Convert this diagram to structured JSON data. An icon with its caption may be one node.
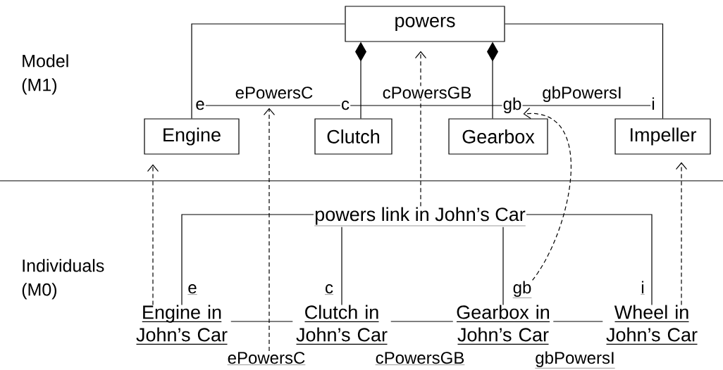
{
  "diagram": {
    "nodes": [
      {
        "text": [
          "powers"
        ]
      },
      {
        "text": [
          "Engine"
        ]
      },
      {
        "text": [
          "Clutch"
        ]
      },
      {
        "text": [
          "Gearbox"
        ]
      },
      {
        "text": [
          "Impeller"
        ]
      },
      {
        "text": [
          "e"
        ]
      },
      {
        "text": [
          "c"
        ]
      },
      {
        "text": [
          "gb"
        ]
      },
      {
        "text": [
          "i"
        ]
      },
      {
        "text": [
          "powers link in John’s Car"
        ]
      },
      {
        "text": [
          "gb"
        ]
      },
      {
        "text": [
          "Engine in John’s Car"
        ]
      },
      {
        "text": [
          "Clutch in John’s Car"
        ]
      },
      {
        "text": [
          "Gearbox in John’s Car"
        ]
      },
      {
        "text": [
          "Wheel in John’s Car"
        ]
      },
      {
        "text": [
          "ePowersC"
        ]
      },
      {
        "text": [
          "ePowersC"
        ]
      }
    ],
    "edges": [
      {
        "from": 0,
        "to": 1,
        "arrow": "none"
      },
      {
        "from": 0,
        "to": 2,
        "arrow": "other"
      },
      {
        "from": 0,
        "to": 3,
        "arrow": "other"
      },
      {
        "from": 0,
        "to": 4,
        "arrow": "none"
      },
      {
        "from": 5,
        "to": 6,
        "arrow": "none"
      },
      {
        "from": 6,
        "to": 7,
        "arrow": "none",
        "label": "cPowersGB"
      },
      {
        "from": 7,
        "to": 8,
        "arrow": "none",
        "label": "gbPowersI"
      },
      {
        "from": 9,
        "to": 11,
        "arrow": "none"
      },
      {
        "from": 9,
        "to": 12,
        "arrow": "none"
      },
      {
        "from": 9,
        "to": 13,
        "arrow": "none"
      },
      {
        "from": 9,
        "to": 14,
        "arrow": "none"
      },
      {
        "from": 11,
        "to": 12,
        "arrow": "none"
      },
      {
        "from": 12,
        "to": 13,
        "arrow": "none",
        "label": "cPowersGB"
      },
      {
        "from": 13,
        "to": 14,
        "arrow": "none",
        "label": "gbPowersI"
      },
      {
        "from": 11,
        "to": 1,
        "arrow": "to",
        "style": "dashed"
      },
      {
        "from": 16,
        "to": 15,
        "arrow": "to",
        "style": "dashed"
      },
      {
        "from": 9,
        "to": 0,
        "arrow": "to",
        "style": "dashed"
      },
      {
        "from": 10,
        "to": 7,
        "arrow": "to",
        "style": "dashed"
      },
      {
        "from": 14,
        "to": 4,
        "arrow": "to",
        "style": "dashed"
      }
    ],
    "labels": [
      "Model (M1)",
      "Individuals (M0)",
      "e",
      "c",
      "i"
    ]
  }
}
